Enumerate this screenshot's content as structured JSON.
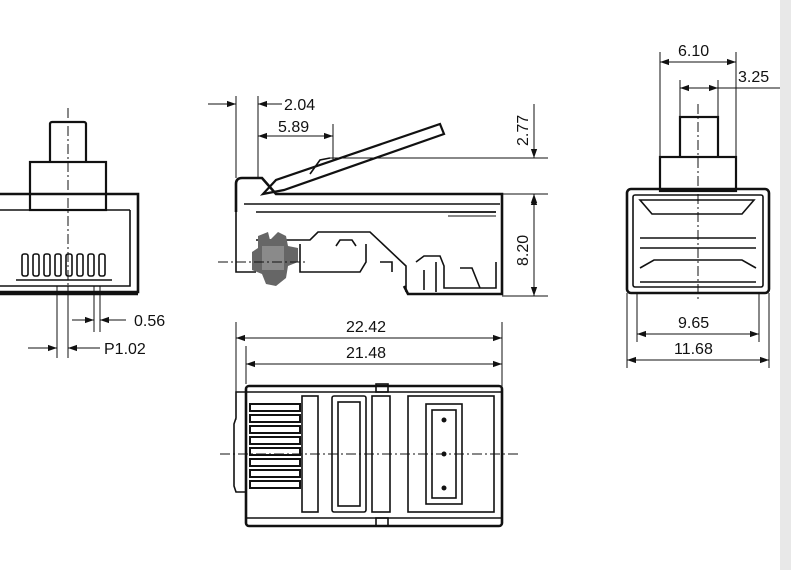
{
  "dimensions": {
    "front_pitch": "P1.02",
    "front_contact_width": "0.56",
    "side_offset_a": "2.04",
    "side_offset_b": "5.89",
    "side_latch_height": "2.77",
    "side_body_height": "8.20",
    "back_latch_width": "6.10",
    "back_latch_offset": "3.25",
    "back_inner_width": "9.65",
    "back_outer_width": "11.68",
    "bottom_total_length": "22.42",
    "bottom_body_length": "21.48"
  },
  "colors": {
    "line": "#111111",
    "shade": "#666666",
    "background": "#ffffff"
  }
}
